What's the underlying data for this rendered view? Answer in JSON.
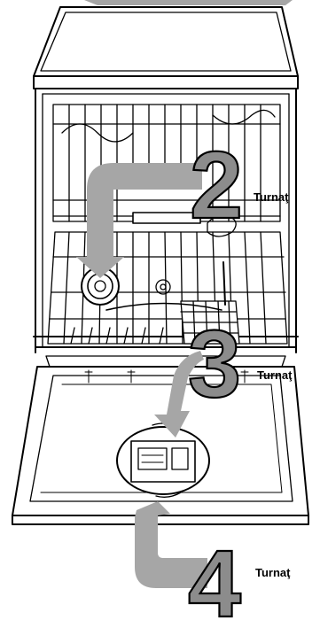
{
  "figure": {
    "steps": [
      {
        "number": "2",
        "label": "Turnaţ"
      },
      {
        "number": "3",
        "label": "Turnaţ"
      },
      {
        "number": "4",
        "label": "Turnaţ"
      }
    ],
    "colors": {
      "line": "#000000",
      "arrow": "#a6a6a6",
      "digit_fill": "#8c8c8c",
      "background": "#ffffff"
    },
    "icons": [
      "dishwasher-illustration",
      "salt-container-cap",
      "detergent-dispenser"
    ]
  }
}
